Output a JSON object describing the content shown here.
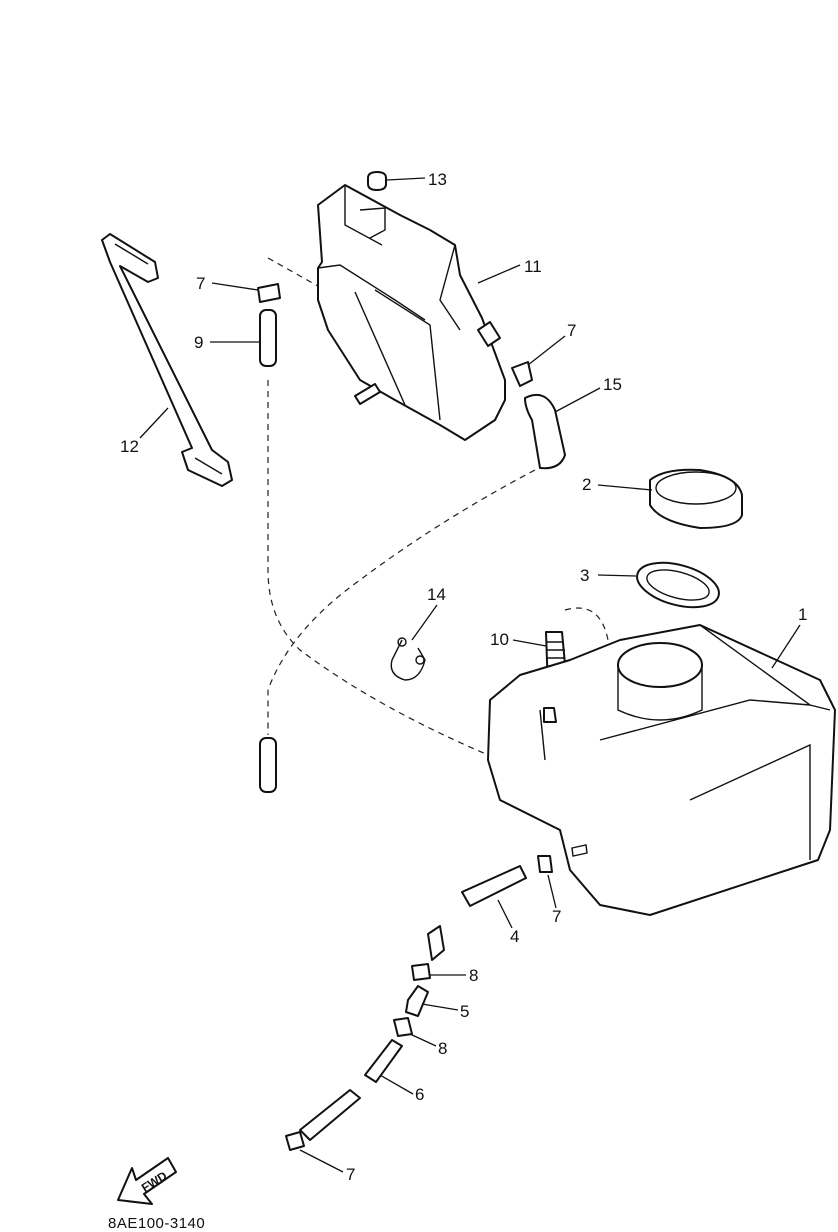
{
  "diagram": {
    "drawing_code": "8AE100-3140",
    "direction_label": "FWD",
    "callouts": {
      "c1": "1",
      "c2": "2",
      "c3": "3",
      "c4": "4",
      "c5": "5",
      "c6": "6",
      "c7a": "7",
      "c7b": "7",
      "c7c": "7",
      "c7d": "7",
      "c8a": "8",
      "c8b": "8",
      "c9": "9",
      "c10": "10",
      "c11": "11",
      "c12": "12",
      "c13": "13",
      "c14": "14",
      "c15": "15"
    }
  }
}
